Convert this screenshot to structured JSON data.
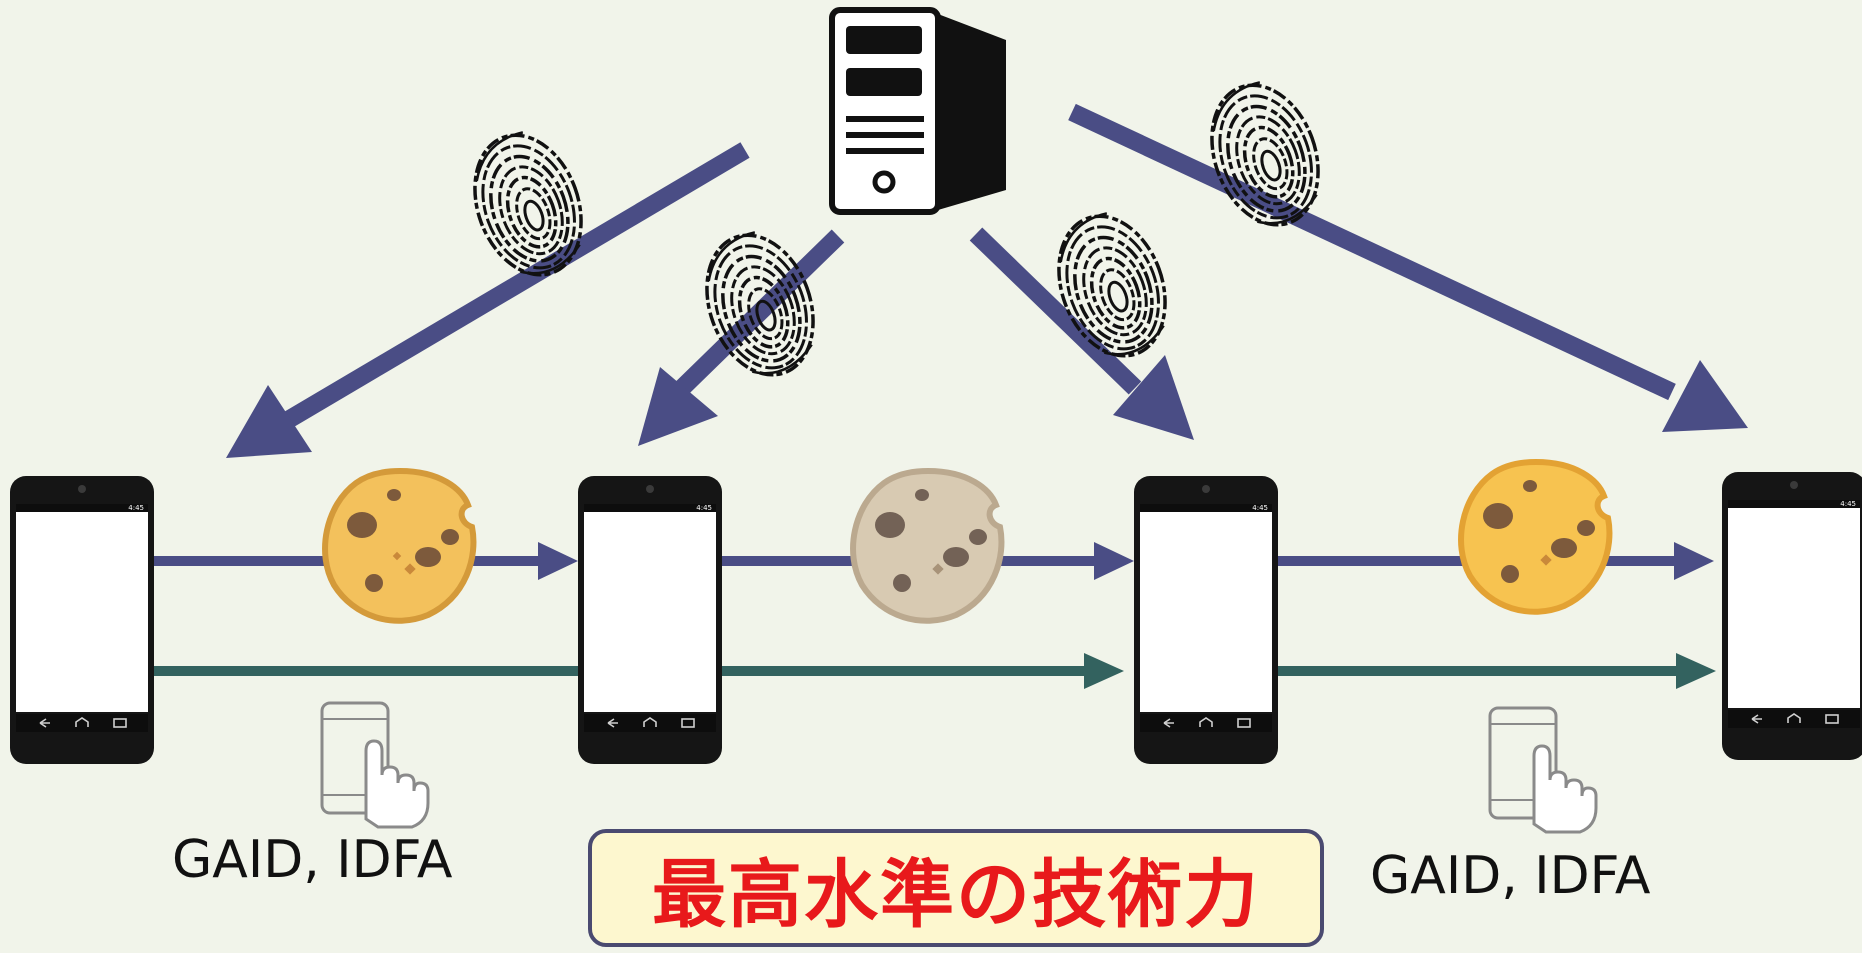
{
  "colors": {
    "background": "#f1f4ea",
    "server_arrow": "#4a4d85",
    "cookie_arrow": "#4a4d85",
    "id_arrow": "#33625f",
    "banner_text": "#e8191b",
    "banner_fill": "#fdf7cf",
    "banner_border": "#4a4a70"
  },
  "icons": {
    "server": "server-tower-icon",
    "fingerprint": "fingerprint-icon",
    "phone": "smartphone-icon",
    "cookie": "cookie-icon",
    "touch": "phone-tap-icon"
  },
  "phones": [
    {
      "status_time": "4:45"
    },
    {
      "status_time": "4:45"
    },
    {
      "status_time": "4:45"
    },
    {
      "status_time": "4:45"
    }
  ],
  "labels": {
    "left_id": "GAID, IDFA",
    "right_id": "GAID, IDFA"
  },
  "banner": {
    "text": "最高水準の技術力"
  }
}
